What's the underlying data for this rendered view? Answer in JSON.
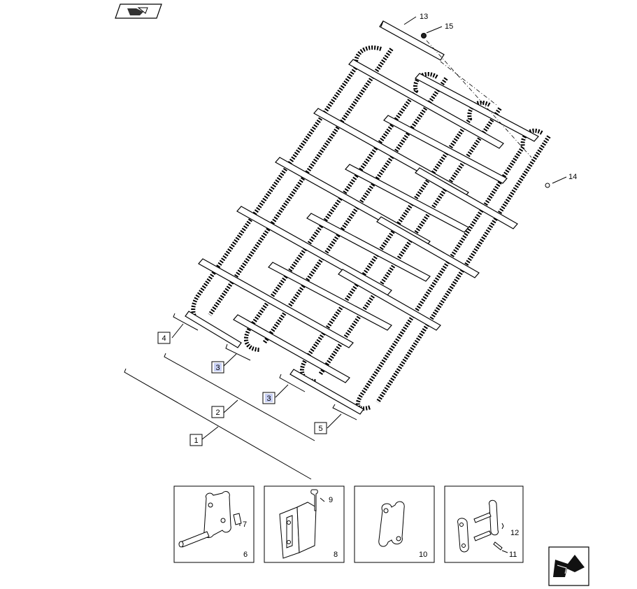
{
  "callouts": {
    "c1": "1",
    "c2": "2",
    "c3a": "3",
    "c3b": "3",
    "c4": "4",
    "c5": "5",
    "c6": "6",
    "c7": "7",
    "c8": "8",
    "c9": "9",
    "c10": "10",
    "c11": "11",
    "c12": "12",
    "c13": "13",
    "c14": "14",
    "c15": "15"
  },
  "icons": {
    "top_left": "exploded-view-icon",
    "bottom_right": "next-page-arrow-icon"
  },
  "colors": {
    "line": "#000000",
    "highlight": "#c8d0f4"
  }
}
